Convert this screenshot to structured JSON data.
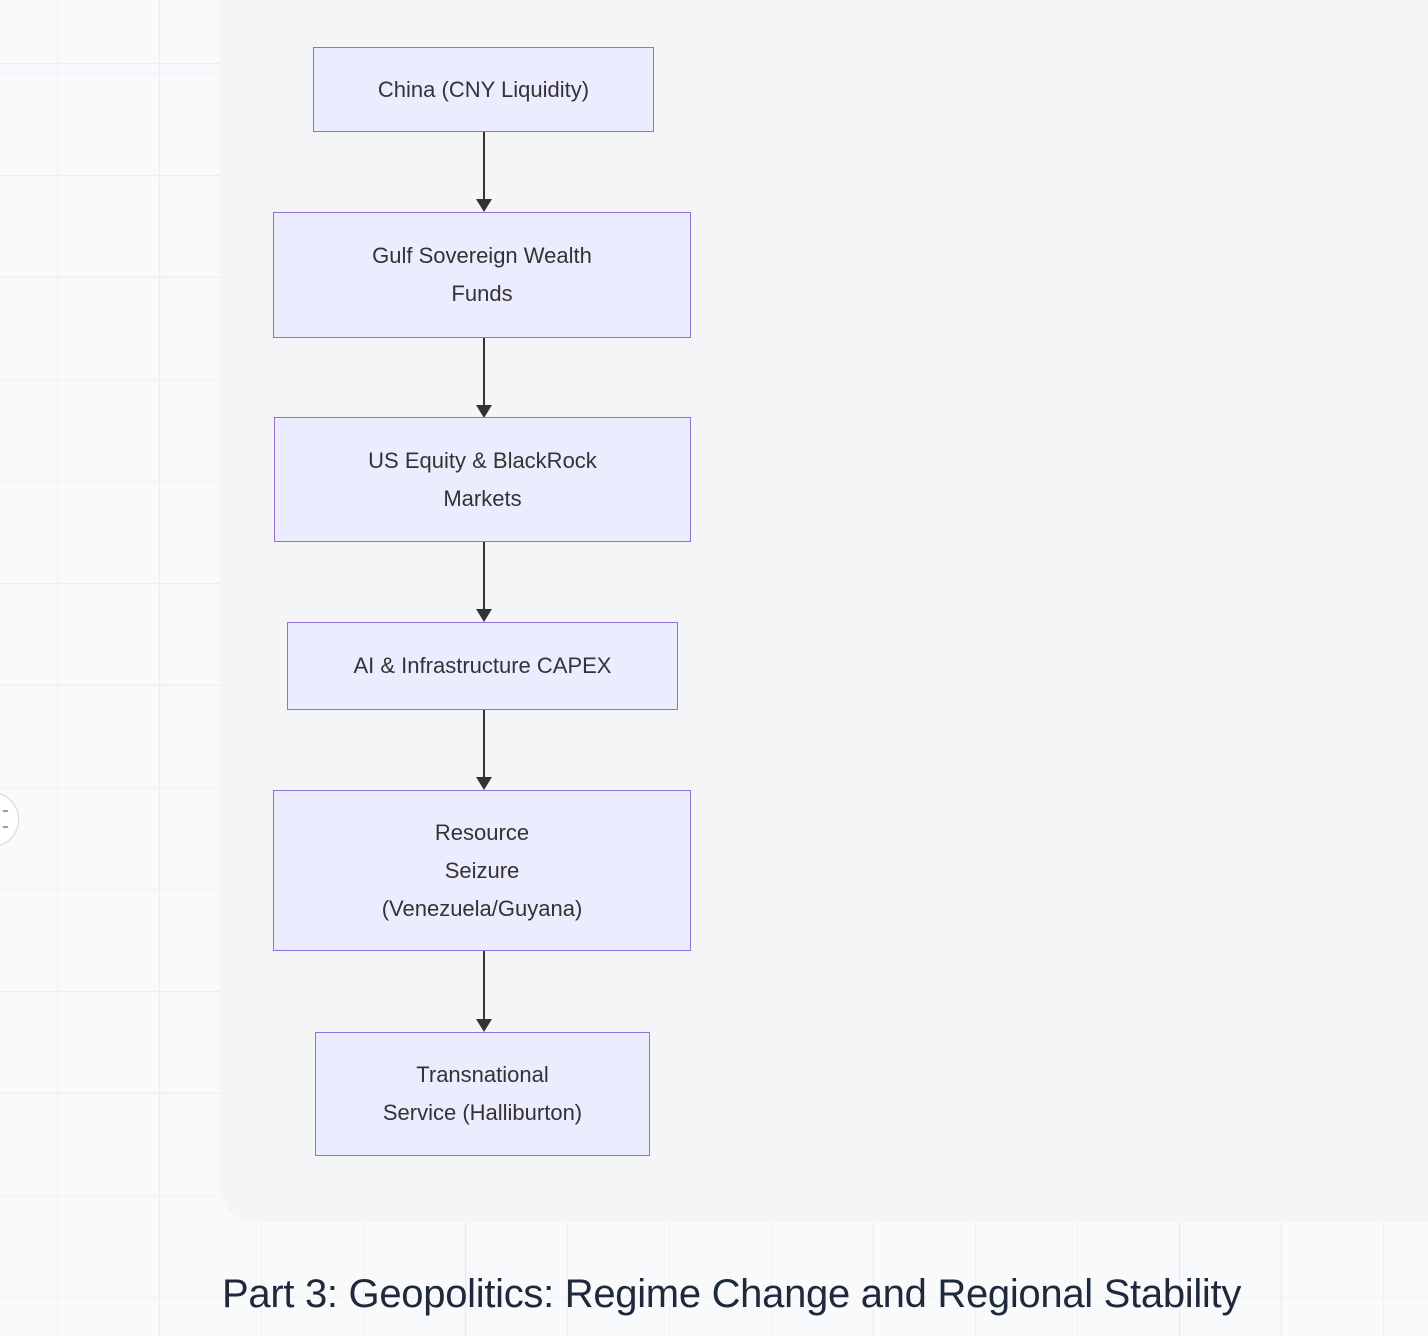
{
  "page": {
    "heading": "Part 3: Geopolitics: Regime Change and Regional Stability"
  },
  "flowchart": {
    "direction": "top-down",
    "nodes": [
      {
        "label": "China (CNY Liquidity)"
      },
      {
        "label": "Gulf Sovereign Wealth\nFunds"
      },
      {
        "label": "US Equity & BlackRock\nMarkets"
      },
      {
        "label": "AI & Infrastructure CAPEX"
      },
      {
        "label": "Resource\nSeizure\n(Venezuela/Guyana)"
      },
      {
        "label": "Transnational\nService (Halliburton)"
      }
    ],
    "edges": [
      {
        "from": 0,
        "to": 1
      },
      {
        "from": 1,
        "to": 2
      },
      {
        "from": 2,
        "to": 3
      },
      {
        "from": 3,
        "to": 4
      },
      {
        "from": 4,
        "to": 5
      }
    ]
  },
  "colors": {
    "node_fill": "#ECECFF",
    "node_border": "#9370DB",
    "arrow": "#333333",
    "heading_text": "#1E2A3B",
    "panel_background": "#F4F5F7",
    "page_background": "#F9FAFC"
  }
}
